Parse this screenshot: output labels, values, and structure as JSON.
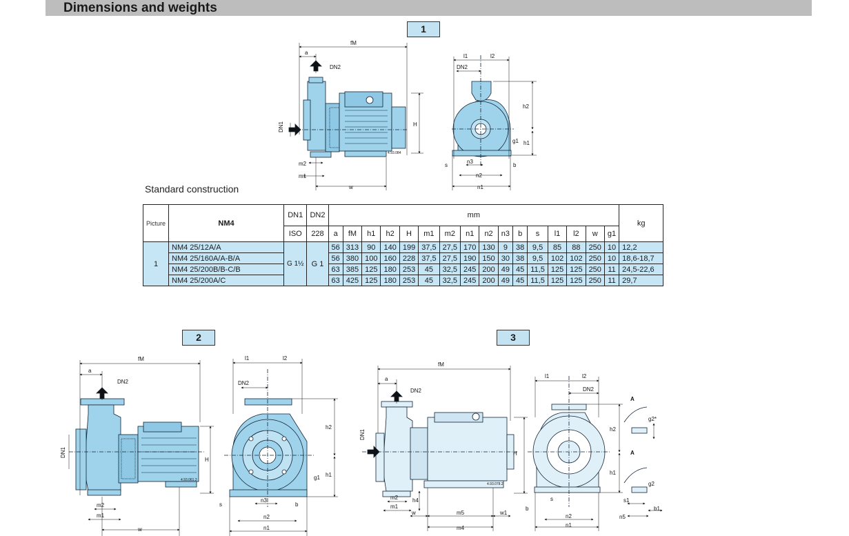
{
  "header": {
    "title": "Dimensions and weights"
  },
  "pictures": {
    "p1": "1",
    "p2": "2",
    "p3": "3"
  },
  "caption": "Standard construction",
  "table": {
    "picture_hdr": "Picture",
    "model_hdr": "NM4",
    "dn1_hdr": "DN1",
    "dn2_hdr": "DN2",
    "iso_hdr": "ISO",
    "std_hdr": "228",
    "mm_hdr": "mm",
    "kg_hdr": "kg",
    "columns": [
      "a",
      "fM",
      "h1",
      "h2",
      "H",
      "m1",
      "m2",
      "n1",
      "n2",
      "n3",
      "b",
      "s",
      "l1",
      "l2",
      "w",
      "g1"
    ],
    "picture_val": "1",
    "dn1_val": "G 1½",
    "dn2_val": "G 1",
    "rows": [
      {
        "model": "NM4 25/12A/A",
        "values": [
          "56",
          "313",
          "90",
          "140",
          "199",
          "37,5",
          "27,5",
          "170",
          "130",
          "9",
          "38",
          "9,5",
          "85",
          "88",
          "250",
          "10"
        ],
        "kg": "12,2"
      },
      {
        "model": "NM4 25/160A/A-B/A",
        "values": [
          "56",
          "380",
          "100",
          "160",
          "228",
          "37,5",
          "27,5",
          "190",
          "150",
          "30",
          "38",
          "9,5",
          "102",
          "102",
          "250",
          "10"
        ],
        "kg": "18,6-18,7"
      },
      {
        "model": "NM4 25/200B/B-C/B",
        "values": [
          "63",
          "385",
          "125",
          "180",
          "253",
          "45",
          "32,5",
          "245",
          "200",
          "49",
          "45",
          "11,5",
          "125",
          "125",
          "250",
          "11"
        ],
        "kg": "24,5-22,6"
      },
      {
        "model": "NM4 25/200A/C",
        "values": [
          "63",
          "425",
          "125",
          "180",
          "253",
          "45",
          "32,5",
          "245",
          "200",
          "49",
          "45",
          "11,5",
          "125",
          "125",
          "250",
          "11"
        ],
        "kg": "29,7"
      }
    ]
  },
  "drawing_labels": {
    "d1": {
      "fM": "fM",
      "a": "a",
      "DN2": "DN2",
      "DN1": "DN1",
      "H": "H",
      "m2": "m2",
      "m1": "m1",
      "w": "w",
      "l1": "l1",
      "l2": "l2",
      "h2": "h2",
      "h1": "h1",
      "g1": "g1",
      "s": "s",
      "n3": "n3",
      "b": "b",
      "n2": "n2",
      "n1": "n1",
      "code": "4.93.084"
    },
    "d2": {
      "fM": "fM",
      "a": "a",
      "DN2": "DN2",
      "DN1": "DN1",
      "H": "H",
      "m2": "m2",
      "m1": "m1",
      "w": "w",
      "l1": "l1",
      "l2": "l2",
      "h2": "h2",
      "h1": "h1",
      "g1": "g1",
      "s": "s",
      "n3": "n3",
      "b": "b",
      "n2": "n2",
      "n1": "n1",
      "code": "4.93.061.2"
    },
    "d3": {
      "fM": "fM",
      "a": "a",
      "DN2": "DN2",
      "DN1": "DN1",
      "H": "H",
      "m2": "m2",
      "m1": "m1",
      "w": "w",
      "h4": "h4",
      "m5": "m5",
      "m4": "m4",
      "w1": "w1",
      "l1": "l1",
      "l2": "l2",
      "h2": "h2",
      "h1": "h1",
      "s": "s",
      "b": "b",
      "n2": "n2",
      "n1": "n1",
      "A": "A",
      "g2s": "g2*",
      "g2": "g2",
      "s1": "s1",
      "b1": "b1",
      "n5": "n5",
      "code": "4.93.078.2"
    }
  },
  "colors": {
    "pump_fill": "#9fd3ec",
    "pump_stroke": "#123",
    "table_fill": "#c6e6f6",
    "header_bar": "#bdbdbd"
  }
}
